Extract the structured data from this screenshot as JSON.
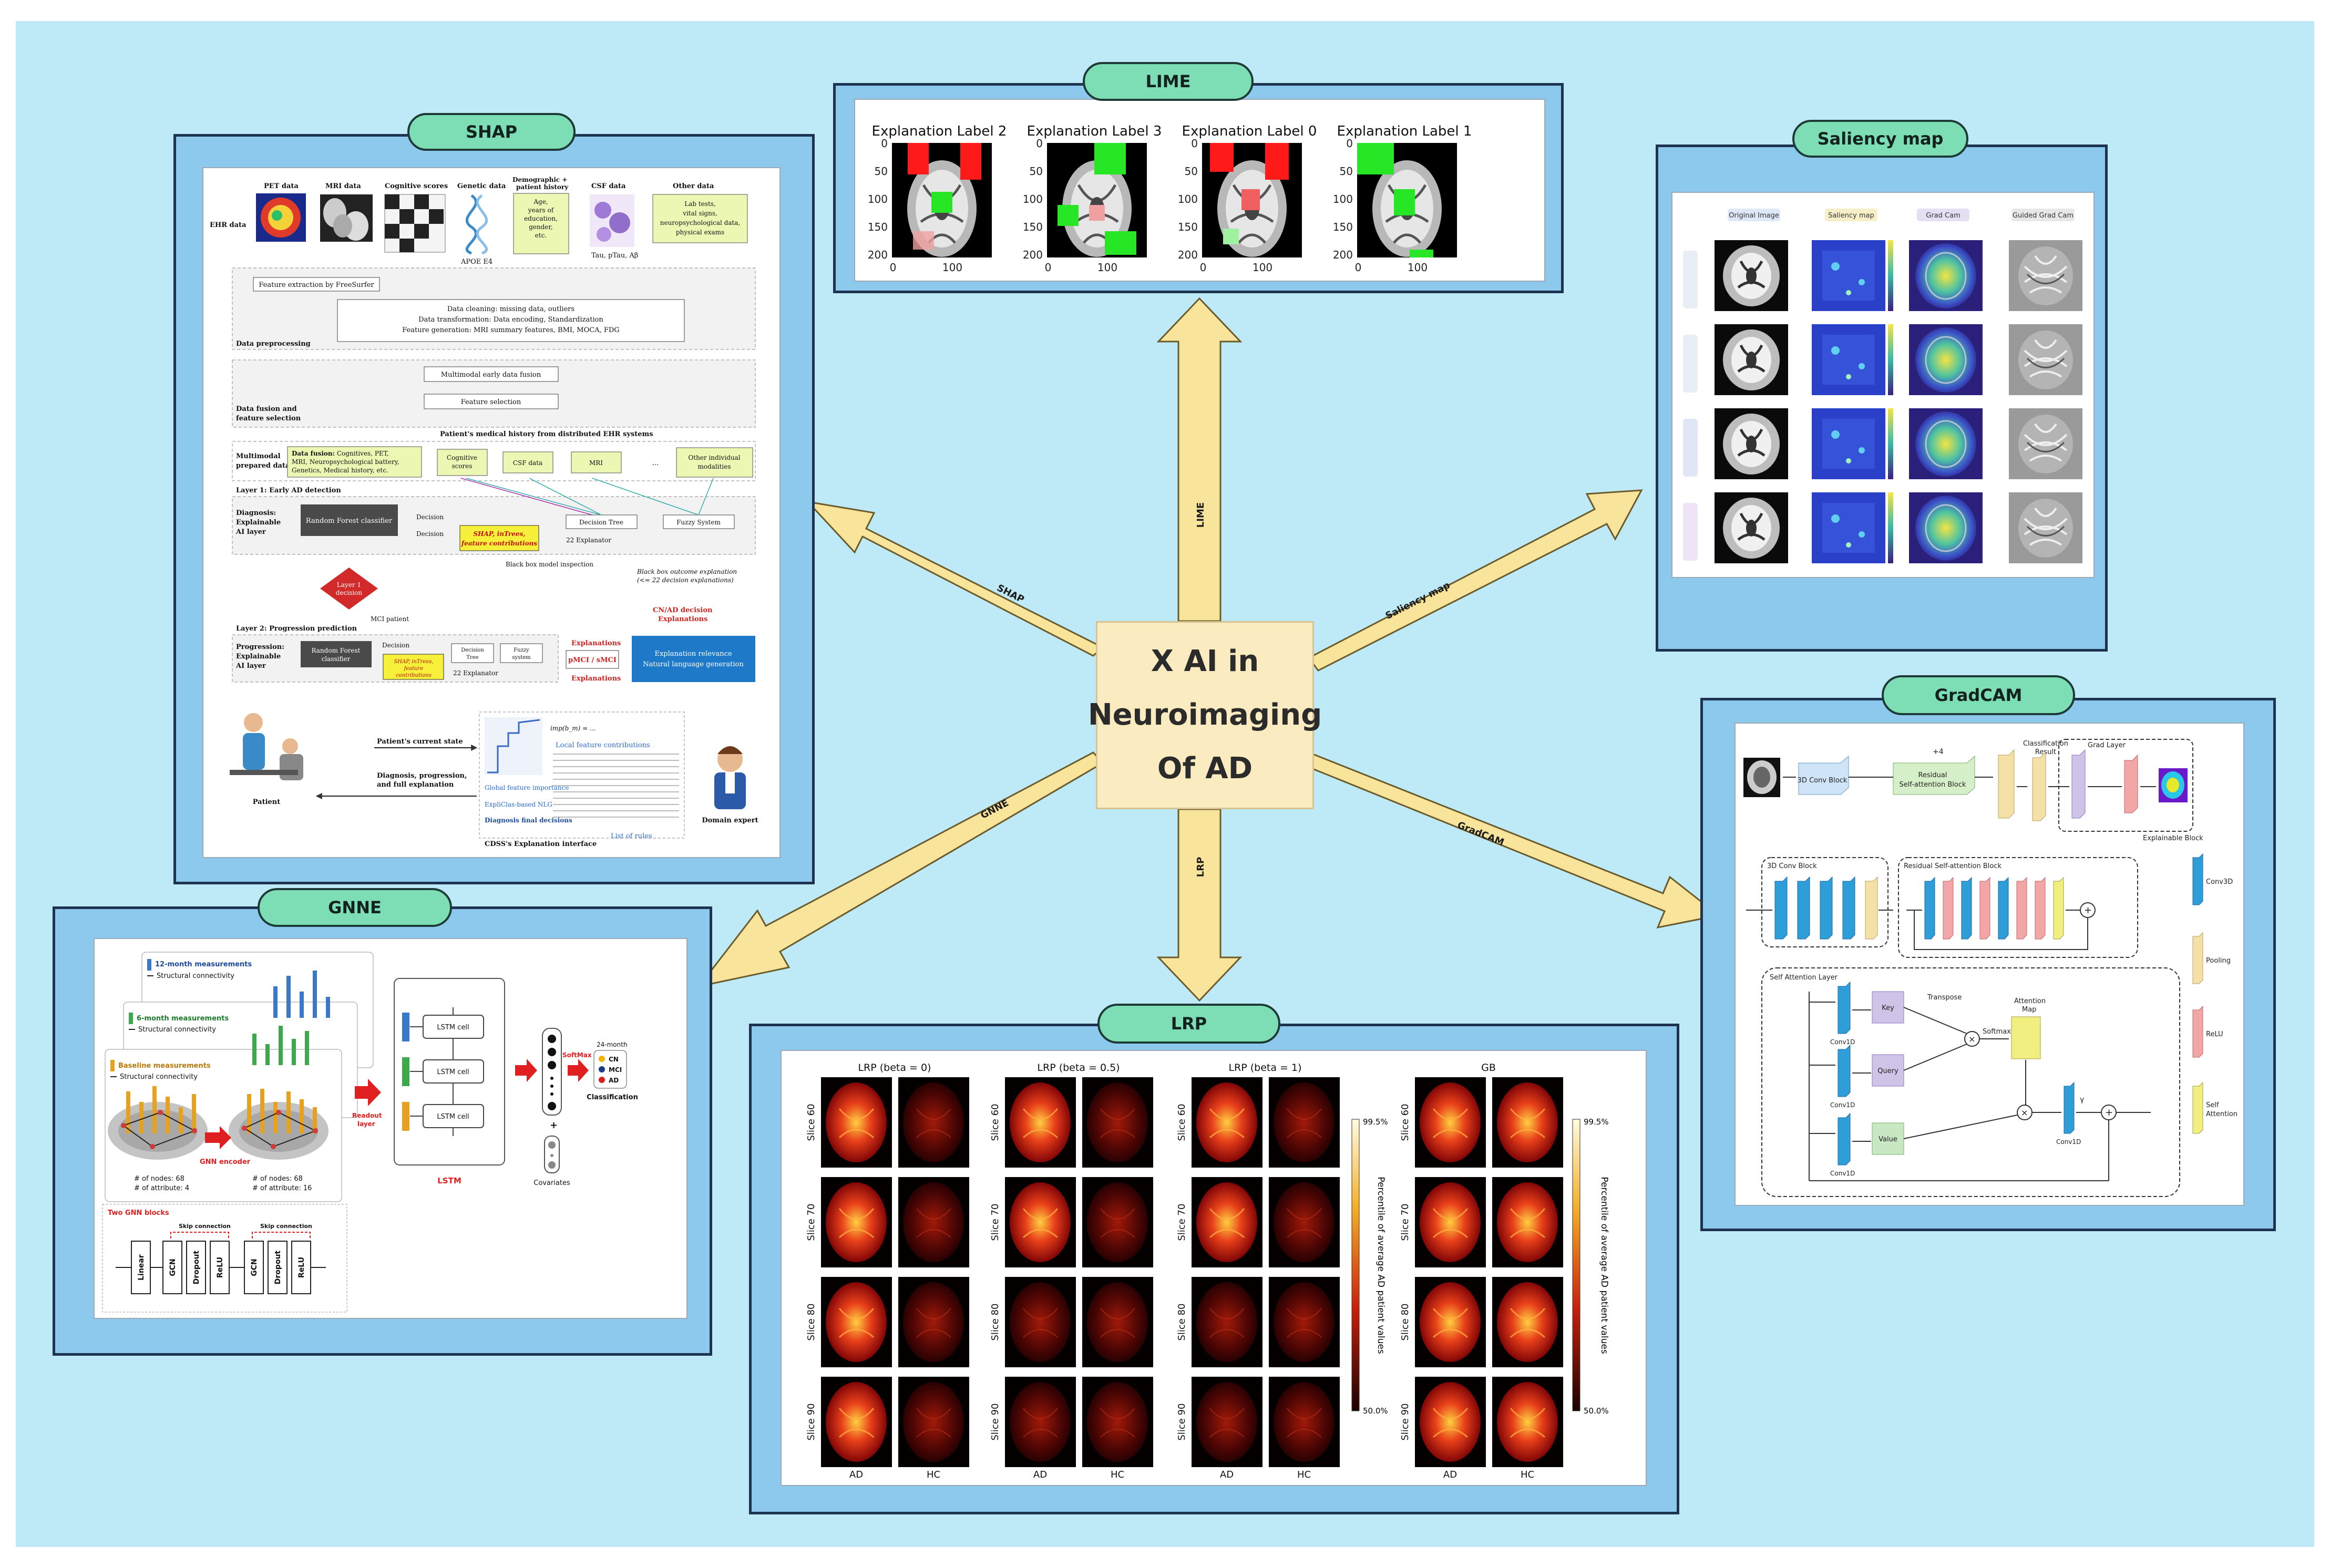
{
  "center": {
    "line1": "X AI  in",
    "line2": "Neuroimaging",
    "line3": "Of AD"
  },
  "arrows": {
    "lime": "LIME",
    "shap": "SHAP",
    "saliency": "Saliency map",
    "gnne": "GNNE",
    "lrp": "LRP",
    "gradcam": "GradCAM"
  },
  "colors": {
    "background": "#bdeaf6",
    "panel": "#8dc9ec",
    "pill": "#7dddb4",
    "center": "#fbebc1",
    "arrow": "#f9e49c"
  },
  "lime": {
    "title": "LIME",
    "plots": [
      {
        "title": "Explanation Label 2"
      },
      {
        "title": "Explanation Label 3"
      },
      {
        "title": "Explanation Label 0"
      },
      {
        "title": "Explanation Label 1"
      }
    ],
    "yticks": [
      "0",
      "50",
      "100",
      "150",
      "200"
    ],
    "xticks": [
      "0",
      "100"
    ]
  },
  "saliency": {
    "title": "Saliency map",
    "columns": [
      "Original Image",
      "Saliency map",
      "Grad Cam",
      "Guided Grad Cam"
    ]
  },
  "shap": {
    "title": "SHAP",
    "ehr_label": "EHR data",
    "sources": [
      {
        "label": "PET data"
      },
      {
        "label": "MRI data"
      },
      {
        "label": "Cognitive scores"
      },
      {
        "label": "Genetic data",
        "sub": "APOE E4"
      },
      {
        "label": "Demographic + patient history",
        "box": "Age, years of education, gender, etc."
      },
      {
        "label": "CSF data",
        "sub": "Tau, pTau, Aβ"
      },
      {
        "label": "Other data",
        "box": "Lab tests, vital signs, neuropsychological data, physical exams"
      }
    ],
    "feature_extraction": "Feature extraction by FreeSurfer",
    "preprocessing_label": "Data preprocessing",
    "preprocessing_lines": [
      "Data cleaning: missing data, outliers",
      "Data transformation: Data encoding, Standardization",
      "Feature generation: MRI summary features, BMI, MOCA, FDG"
    ],
    "fusion_label": "Data fusion and feature selection",
    "fusion_box": "Multimodal early data fusion",
    "selection_box": "Feature selection",
    "history_label": "Patient's medical history from distributed EHR systems",
    "prepared_label": "Multimodal prepared data",
    "fusion_data": "Data fusion: Cognitives, PET, MRI, Neuropsychological battery, Genetics, Medical history, etc.",
    "modalities": [
      "Cognitive scores",
      "CSF data",
      "MRI",
      "...",
      "Other individual modalities"
    ],
    "layer1": "Layer 1: Early AD detection",
    "diagnosis_label": "Diagnosis: Explainable AI layer",
    "rf_classifier": "Random Forest classifier",
    "decision": "Decision",
    "shap_box": "SHAP, inTrees, feature contributions",
    "decision_tree": "Decision Tree",
    "fuzzy_system": "Fuzzy System",
    "explanator": "22 Explanator",
    "black_box_inspection": "Black box model inspection",
    "black_box_outcome": "Black box outcome explanation (<= 22 decision explanations)",
    "layer1_decision": "Layer 1 decision",
    "mci_patient": "MCI patient",
    "cn_ad": "CN/AD decision Explanations",
    "layer2": "Layer 2: Progression prediction",
    "progression_label": "Progression: Explainable AI layer",
    "explanations": "Explanations",
    "pmci": "pMCI / sMCI",
    "relevance": "Explanation relevance Natural language generation",
    "current_state": "Patient's current state",
    "diagnosis_explanation": "Diagnosis, progression, and full explanation",
    "patient": "Patient",
    "domain_expert": "Domain expert",
    "local_features": "Local feature contributions",
    "global_importance": "Global feature importance",
    "nlg": "ExpliClas-based NLG",
    "final_decisions": "Diagnosis final decisions",
    "interface": "CDSS's Explanation interface",
    "rules": "List of rules"
  },
  "gnne": {
    "title": "GNNE",
    "legend": [
      {
        "label": "12-month measurements",
        "color": "#3a78c8"
      },
      {
        "label": "6-month measurements",
        "color": "#3caa4a"
      },
      {
        "label": "Baseline measurements",
        "color": "#e6a21e"
      }
    ],
    "connectivity": "Structural connectivity",
    "encoder": "GNN encoder",
    "nodes1": "# of nodes: 68",
    "attr1": "# of attribute: 4",
    "nodes2": "# of nodes: 68",
    "attr2": "# of attribute: 16",
    "readout": "Readout layer",
    "lstm_cell": "LSTM cell",
    "lstm": "LSTM",
    "softmax": "SoftMax",
    "month24": "24-month",
    "classes": [
      {
        "label": "CN",
        "color": "#f0b400"
      },
      {
        "label": "MCI",
        "color": "#1a3a8a"
      },
      {
        "label": "AD",
        "color": "#d42020"
      }
    ],
    "classification": "Classification",
    "covariates": "Covariates",
    "gnn_blocks": "Two GNN blocks",
    "skip": "Skip connection",
    "layers": [
      "Linear",
      "GCN",
      "Dropout",
      "ReLU",
      "GCN",
      "Dropout",
      "ReLU"
    ]
  },
  "lrp": {
    "title": "LRP",
    "groups": [
      "LRP (beta = 0)",
      "LRP (beta = 0.5)",
      "LRP (beta = 1)",
      "GB"
    ],
    "slices": [
      "Slice 60",
      "Slice 70",
      "Slice 80",
      "Slice 90"
    ],
    "cols": [
      "AD",
      "HC"
    ],
    "cbar_top": "99.5%",
    "cbar_bottom": "50.0%",
    "cbar_label": "Percentile of  average AD patient values"
  },
  "gradcam": {
    "title": "GradCAM",
    "conv_block": "3D Conv Block",
    "plus4": "+4",
    "res_attn": "Residual Self-attention Block",
    "classification_result": "Classification Result",
    "grad_layer": "Grad Layer",
    "explainable_block": "Explainable Block",
    "conv_block_title": "3D Conv Block",
    "res_block_title": "Residual Self-attention Block",
    "attn_title": "Self Attention Layer",
    "conv1d": "Conv1D",
    "key": "Key",
    "query": "Query",
    "value": "Value",
    "transpose": "Transpose",
    "softmax": "Softmax",
    "attention_map": "Attention Map",
    "gamma": "γ",
    "legend": [
      {
        "label": "Conv3D",
        "color": "#2f9ed8"
      },
      {
        "label": "Pooling",
        "color": "#f5e0a8"
      },
      {
        "label": "ReLU",
        "color": "#f2a6a6"
      },
      {
        "label": "Self Attention",
        "color": "#f0ef80"
      }
    ]
  }
}
